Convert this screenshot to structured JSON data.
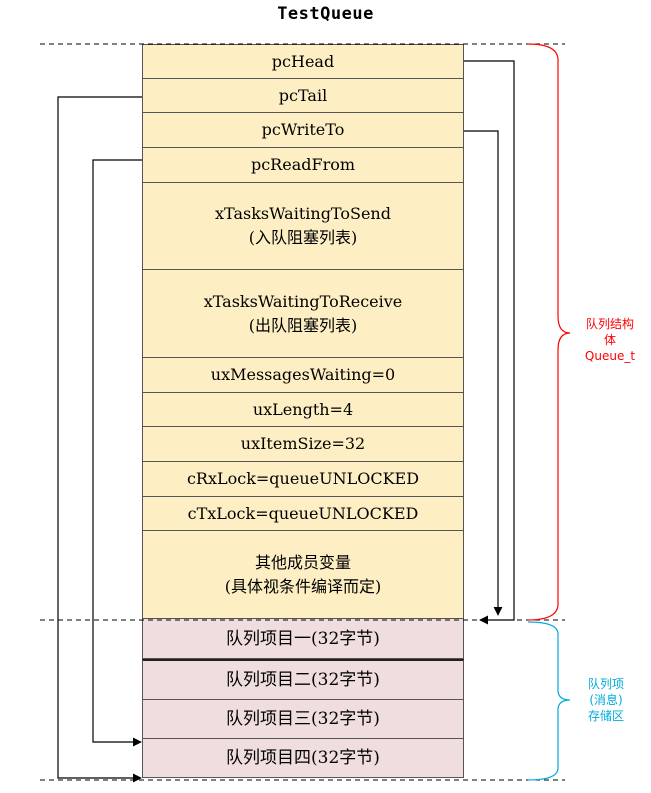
{
  "title": "TestQueue",
  "fields": [
    {
      "lines": [
        "pcHead"
      ]
    },
    {
      "lines": [
        "pcTail"
      ]
    },
    {
      "lines": [
        "pcWriteTo"
      ]
    },
    {
      "lines": [
        "pcReadFrom"
      ]
    },
    {
      "lines": [
        "xTasksWaitingToSend",
        "(入队阻塞列表)"
      ]
    },
    {
      "lines": [
        "xTasksWaitingToReceive",
        "(出队阻塞列表)"
      ]
    },
    {
      "lines": [
        "uxMessagesWaiting=0"
      ]
    },
    {
      "lines": [
        "uxLength=4"
      ]
    },
    {
      "lines": [
        "uxItemSize=32"
      ]
    },
    {
      "lines": [
        "cRxLock=queueUNLOCKED"
      ]
    },
    {
      "lines": [
        "cTxLock=queueUNLOCKED"
      ]
    },
    {
      "lines": [
        "其他成员变量",
        "(具体视条件编译而定)"
      ]
    }
  ],
  "items": [
    {
      "label": "队列项目一(32字节)"
    },
    {
      "label": "队列项目二(32字节)"
    },
    {
      "label": "队列项目三(32字节)"
    },
    {
      "label": "队列项目四(32字节)"
    }
  ],
  "struct_label": {
    "lines": [
      "队列结构",
      "体",
      "Queue_t"
    ],
    "color": "#ff0000"
  },
  "storage_label": {
    "lines": [
      "队列项",
      "(消息)",
      "存储区"
    ],
    "color": "#00aadd"
  }
}
